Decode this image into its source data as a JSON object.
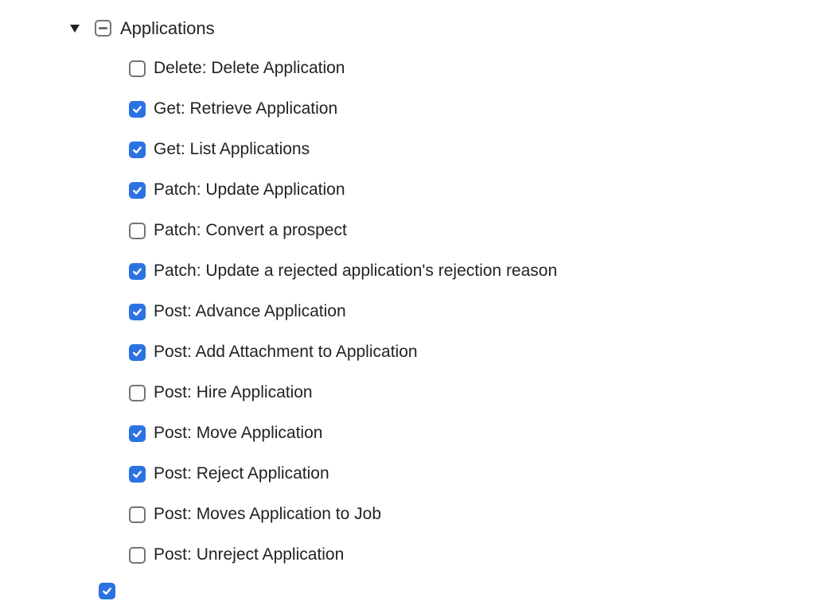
{
  "colors": {
    "checkbox_checked_bg": "#2d72e2",
    "checkbox_border": "#757575",
    "text": "#232323",
    "background": "#ffffff"
  },
  "tree": {
    "group": {
      "label": "Applications",
      "state": "indeterminate",
      "expanded": true,
      "caret_icon": "triangle-down"
    },
    "items": [
      {
        "label": "Delete: Delete Application",
        "checked": false
      },
      {
        "label": "Get: Retrieve Application",
        "checked": true
      },
      {
        "label": "Get: List Applications",
        "checked": true
      },
      {
        "label": "Patch: Update Application",
        "checked": true
      },
      {
        "label": "Patch: Convert a prospect",
        "checked": false
      },
      {
        "label": "Patch: Update a rejected application's rejection reason",
        "checked": true
      },
      {
        "label": "Post: Advance Application",
        "checked": true
      },
      {
        "label": "Post: Add Attachment to Application",
        "checked": true
      },
      {
        "label": "Post: Hire Application",
        "checked": false
      },
      {
        "label": "Post: Move Application",
        "checked": true
      },
      {
        "label": "Post: Reject Application",
        "checked": true
      },
      {
        "label": "Post: Moves Application to Job",
        "checked": false
      },
      {
        "label": "Post: Unreject Application",
        "checked": false
      }
    ],
    "next_group": {
      "state": "checked",
      "partially_visible": true
    }
  }
}
